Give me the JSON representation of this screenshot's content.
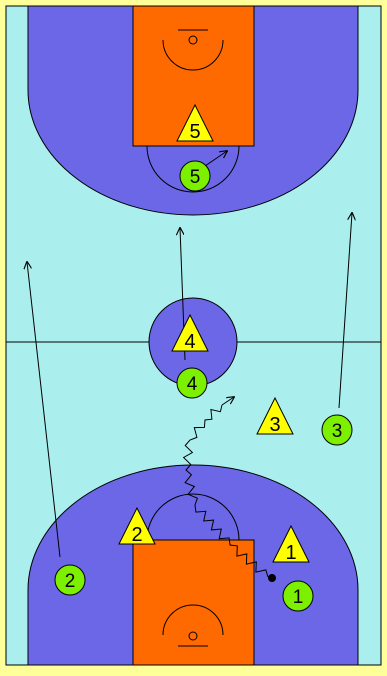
{
  "colors": {
    "border": "#ffff99",
    "court": "#aaeeee",
    "zone": "#6b67e6",
    "paint": "#ff6a00",
    "line": "#000000",
    "defender": "#ffff00",
    "attacker": "#7cf000"
  },
  "defenders": [
    {
      "label": "5"
    },
    {
      "label": "4"
    },
    {
      "label": "3"
    },
    {
      "label": "2"
    },
    {
      "label": "1"
    }
  ],
  "attackers": [
    {
      "label": "5"
    },
    {
      "label": "4"
    },
    {
      "label": "3"
    },
    {
      "label": "2"
    },
    {
      "label": "1"
    }
  ]
}
